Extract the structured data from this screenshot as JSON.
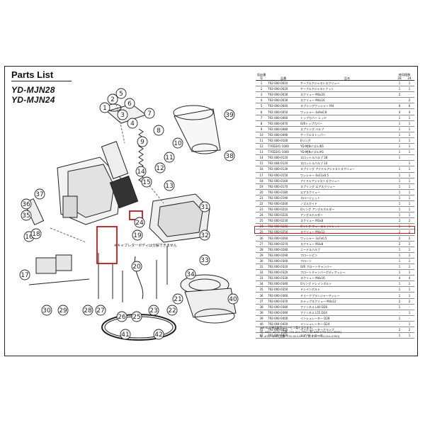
{
  "header": {
    "title": "Parts List",
    "models": [
      "YD-MJN28",
      "YD-MJN24"
    ]
  },
  "diagram": {
    "callouts": [
      "1",
      "2",
      "3",
      "4",
      "5",
      "6",
      "7",
      "8",
      "9",
      "10",
      "11",
      "12",
      "13",
      "14",
      "15",
      "16",
      "17",
      "18",
      "19",
      "20",
      "21",
      "22",
      "23",
      "24",
      "25",
      "26",
      "27",
      "28",
      "29",
      "30",
      "31",
      "32",
      "33",
      "34",
      "35",
      "36",
      "37",
      "38",
      "39",
      "40",
      "41",
      "42"
    ],
    "highlighted_callout": "24",
    "note": "※キャブレターボディは分解できません"
  },
  "table": {
    "headers": {
      "no": "見出番号",
      "part_no": "品番",
      "name": "品名",
      "qty": "使用個数",
      "qty28": "28",
      "qty24": "24"
    },
    "highlighted_row": 24,
    "rows": [
      [
        "1",
        "792-000-0010",
        "ケーブルアジャストスクリュー",
        "1",
        "1"
      ],
      [
        "2",
        "792-000-0020",
        "ケーブルアジャストナット",
        "1",
        "1"
      ],
      [
        "3",
        "792-000-0030",
        "スクリュー M4x20",
        "2",
        "-"
      ],
      [
        "4",
        "792-000-0030",
        "スクリュー M4x16",
        "-",
        "2"
      ],
      [
        "5",
        "792-000-0040",
        "スプリングワッシャー M4",
        "6",
        "6"
      ],
      [
        "6",
        "792-000-0050",
        "ワッシャー 4x9x0.8",
        "4",
        "4"
      ],
      [
        "7",
        "792-000-0060",
        "トップカバー レッド",
        "1",
        "1"
      ],
      [
        "8",
        "792-000-0070",
        "O/Rトップカバー",
        "1",
        "1"
      ],
      [
        "9",
        "792-000-0080",
        "スプリング バルブ",
        "1",
        "1"
      ],
      [
        "10",
        "792-000-0090",
        "ケーブルストッパー",
        "1",
        "1"
      ],
      [
        "11",
        "792-000-0100",
        "Eリング",
        "1",
        "1"
      ],
      [
        "12",
        "776D241-1000",
        "YD-MJNバズル/B1",
        "1",
        "1"
      ],
      [
        "13",
        "776D241-1000",
        "YD-MJNバズル/A1",
        "1",
        "1"
      ],
      [
        "14",
        "792-000-0120",
        "スロットルバルブ 28",
        "1",
        "-"
      ],
      [
        "15",
        "792-004-0120",
        "スロットルバルブ 24",
        "-",
        "1"
      ],
      [
        "16",
        "792-000-0130",
        "スプリング アイドルアジャストスクリュー",
        "1",
        "1"
      ],
      [
        "17",
        "792-000-0150",
        "ワッシャー 4x11x0.5",
        "1",
        "1"
      ],
      [
        "18",
        "792-000-0160",
        "アイドルアジャストスクリュー",
        "1",
        "1"
      ],
      [
        "19",
        "792-000-0170",
        "スプリング エアスクリュー",
        "1",
        "1"
      ],
      [
        "20",
        "792-000-0180",
        "エアスクリュー",
        "1",
        "1"
      ],
      [
        "21",
        "792-000-0190",
        "スロージェット",
        "1",
        "1"
      ],
      [
        "22",
        "792-000-0200",
        "ノズルガイド",
        "1",
        "1"
      ],
      [
        "23",
        "792-000-0210",
        "Oリング アングルホルダー",
        "1",
        "1"
      ],
      [
        "24",
        "792-000-0220",
        "アングルホルダー",
        "1",
        "1"
      ],
      [
        "25",
        "792-000-0230",
        "スクリュー M3x8",
        "2",
        "2"
      ],
      [
        "24",
        "792-000-0240",
        "Oリング フューエルインレット",
        "1",
        "1"
      ],
      [
        "25",
        "792-000-0250",
        "スクリュー M4x12",
        "2",
        "2"
      ],
      [
        "26",
        "792-000-0260",
        "ワッシャー 3x7x0.5",
        "2",
        "2"
      ],
      [
        "27",
        "792-000-0270",
        "スクリュー M3x8",
        "2",
        "2"
      ],
      [
        "28",
        "792-000-0280",
        "ニードルバルブ",
        "1",
        "1"
      ],
      [
        "29",
        "792-000-0290",
        "フロートピン",
        "1",
        "1"
      ],
      [
        "30",
        "792-000-0300",
        "フロート",
        "1",
        "1"
      ],
      [
        "31",
        "792-000-0310",
        "O/R フロートチャンバー",
        "1",
        "1"
      ],
      [
        "32",
        "792-000-0320",
        "フロートチャンバーボディアッシー",
        "1",
        "1"
      ],
      [
        "33",
        "792-000-0330",
        "スクリュー M4x16",
        "4",
        "4"
      ],
      [
        "34",
        "792-000-0340",
        "Oリング ドレインボルト",
        "1",
        "1"
      ],
      [
        "35",
        "792-000-0350",
        "ドレインボルト",
        "1",
        "1"
      ],
      [
        "36",
        "792-000-0360",
        "チョークプランジャーアッシー",
        "1",
        "1"
      ],
      [
        "37",
        "792-000-0370",
        "キャップスクリュー M4x12",
        "2",
        "2"
      ],
      [
        "38",
        "792-000-0380",
        "ファンネル L40 D28",
        "1",
        "-"
      ],
      [
        "39",
        "792-000-0390",
        "ファンネル L55 D24",
        "-",
        "1"
      ],
      [
        "39",
        "792-000-0400",
        "インシュレーター D28",
        "1",
        "-"
      ],
      [
        "40",
        "792-004-0410",
        "インシュレーター D24",
        "-",
        "1"
      ],
      [
        "41",
        "792-000-0420",
        "インシュレータークランプ",
        "2",
        "2"
      ],
      [
        "42",
        "792-000-0430",
        "エアベントホース",
        "1",
        "1"
      ]
    ],
    "notes": [
      "MJ: #80~#230 [品番: 731-021-***0 / 例 #80→731-021-0800]",
      "SJ: #35~#80  [品番: 732-024-0**0 / 例 #35→732-024-0350]"
    ],
    "footer": "※M,SJ の単品販売はケーヒン製となります。"
  }
}
